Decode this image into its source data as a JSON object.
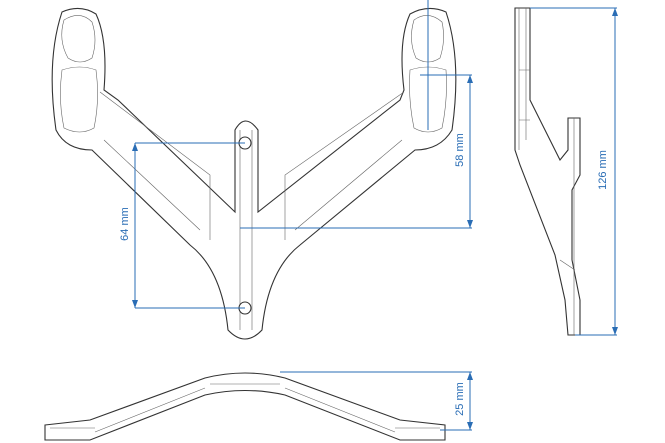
{
  "dimensions": {
    "hole_spacing": "64 mm",
    "pad_offset": "58 mm",
    "side_height": "126 mm",
    "depth": "25 mm"
  },
  "colors": {
    "dimension": "#2a6db5",
    "outline": "#333333"
  }
}
